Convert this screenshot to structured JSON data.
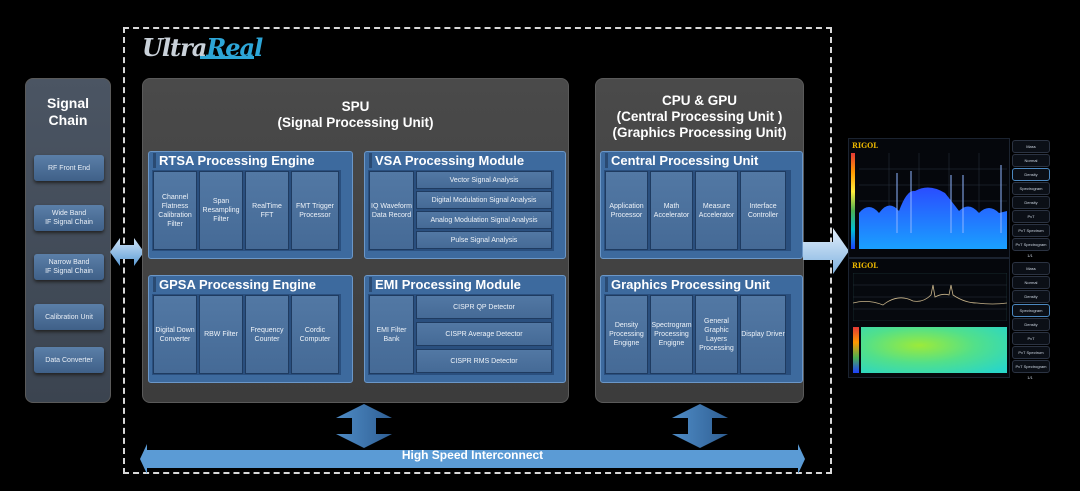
{
  "logo": {
    "part1": "Ultra",
    "part2": "Real"
  },
  "signal_chain": {
    "title_line1": "Signal",
    "title_line2": "Chain",
    "items": [
      {
        "line1": "RF  Front End",
        "line2": ""
      },
      {
        "line1": "Wide Band",
        "line2": "IF Signal Chain"
      },
      {
        "line1": "Narrow Band",
        "line2": "IF Signal Chain"
      },
      {
        "line1": "Calibration Unit",
        "line2": ""
      },
      {
        "line1": "Data Converter",
        "line2": ""
      }
    ]
  },
  "spu": {
    "title_line1": "SPU",
    "title_line2": "(Signal Processing Unit)",
    "rtsa": {
      "title": "RTSA Processing  Engine",
      "items": [
        "Channel Flatness Calibration Filter",
        "Span Resampling Filter",
        "RealTime FFT",
        "FMT Trigger Processor"
      ]
    },
    "vsa": {
      "title": "VSA Processing Module",
      "left": "IQ Waveform Data Record",
      "items": [
        "Vector  Signal Analysis",
        "Digital Modulation Signal Analysis",
        "Analog Modulation Signal Analysis",
        "Pulse  Signal Analysis"
      ]
    },
    "gpsa": {
      "title": "GPSA Processing Engine",
      "items": [
        "Digital Down Converter",
        "RBW Filter",
        "Frequency Counter",
        "Cordic Computer"
      ]
    },
    "emi": {
      "title": "EMI Processing Module",
      "left": "EMI Filter Bank",
      "items": [
        "CISPR QP Detector",
        "CISPR Average Detector",
        "CISPR RMS Detector"
      ]
    }
  },
  "cpu_gpu": {
    "title_line1": "CPU & GPU",
    "title_line2": "(Central Processing Unit )",
    "title_line3": "(Graphics Processing Unit)",
    "cpu": {
      "title": "Central Processing Unit",
      "items": [
        "Application Processor",
        "Math Accelerator",
        "Measure Accelerator",
        "Interface Controller"
      ]
    },
    "gpu": {
      "title": "Graphics Processing Unit",
      "items": [
        "Density Processing Engigne",
        "Spectrogram Processing Engigne",
        "General Graphic Layers Processing",
        "Display Driver"
      ]
    }
  },
  "interconnect": {
    "label": "High Speed Interconnect"
  },
  "display": {
    "brand": "RIGOL",
    "menu_top": [
      "Mass",
      "Normal",
      "Density",
      "Spectrogram",
      "Density Spectrogram",
      "PvT",
      "PvT Spectrum",
      "PvT Spectrogram"
    ],
    "menu_top_selected": "Density",
    "menu_bottom": [
      "Mass",
      "Normal",
      "Density",
      "Spectrogram",
      "Density Spectrogram",
      "PvT",
      "PvT Spectrum",
      "PvT Spectrogram"
    ],
    "menu_bottom_selected": "Spectrogram",
    "page_indicator": "1/1"
  },
  "colors": {
    "accent": "#2da6d8",
    "block_blue": "#3d6a9e",
    "arrow_blue": "#5b9bd5"
  }
}
